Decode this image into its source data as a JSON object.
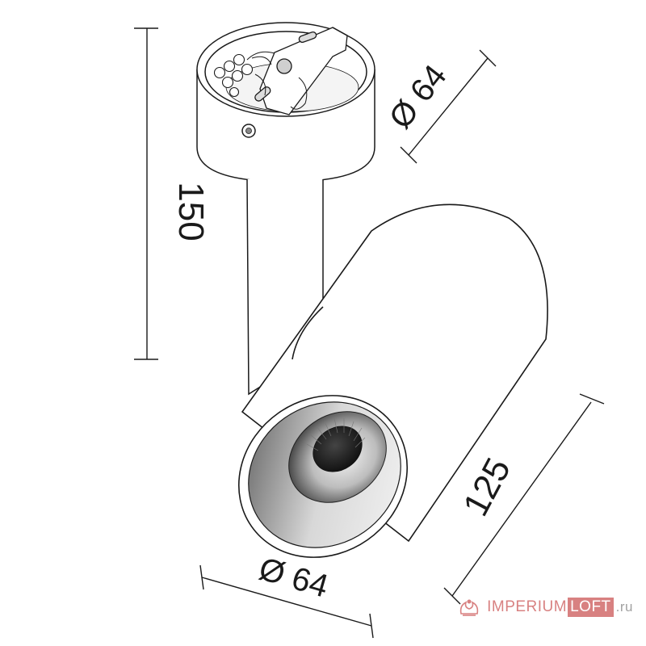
{
  "dimensions": {
    "height_label": "150",
    "mount_diameter_label": "Ø 64",
    "body_diameter_label": "Ø 64",
    "body_length_label": "125"
  },
  "watermark": {
    "brand_main": "IMPERIUM",
    "brand_highlight": "LOFT",
    "brand_tld": ".ru",
    "logo_icon": "crown-swirl-icon"
  },
  "colors": {
    "line": "#1a1a1a",
    "inner_shade_dark": "#2b2b2b",
    "inner_shade_light": "#9a9a9a",
    "watermark": "#b91c1c"
  }
}
